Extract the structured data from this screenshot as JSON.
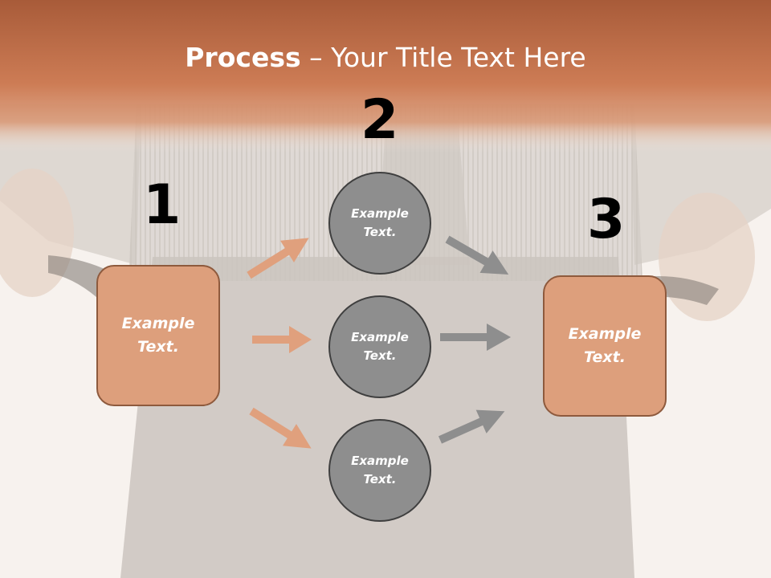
{
  "header": {
    "title_bold": "Process",
    "title_rest": " – Your Title Text Here"
  },
  "steps": [
    {
      "number": "1"
    },
    {
      "number": "2"
    },
    {
      "number": "3"
    }
  ],
  "left_box": {
    "text": "Example Text."
  },
  "right_box": {
    "text": "Example Text."
  },
  "circles": [
    {
      "text": "Example Text."
    },
    {
      "text": "Example Text."
    },
    {
      "text": "Example Text."
    }
  ],
  "colors": {
    "banner": "#c97a52",
    "box_fill": "#dd9f7c",
    "box_border": "#8e5a3d",
    "circle_fill": "#8e8e8e",
    "circle_border": "#3f3f3f",
    "arrow_orange": "#e0a07d",
    "arrow_gray": "#8e8e8e"
  }
}
